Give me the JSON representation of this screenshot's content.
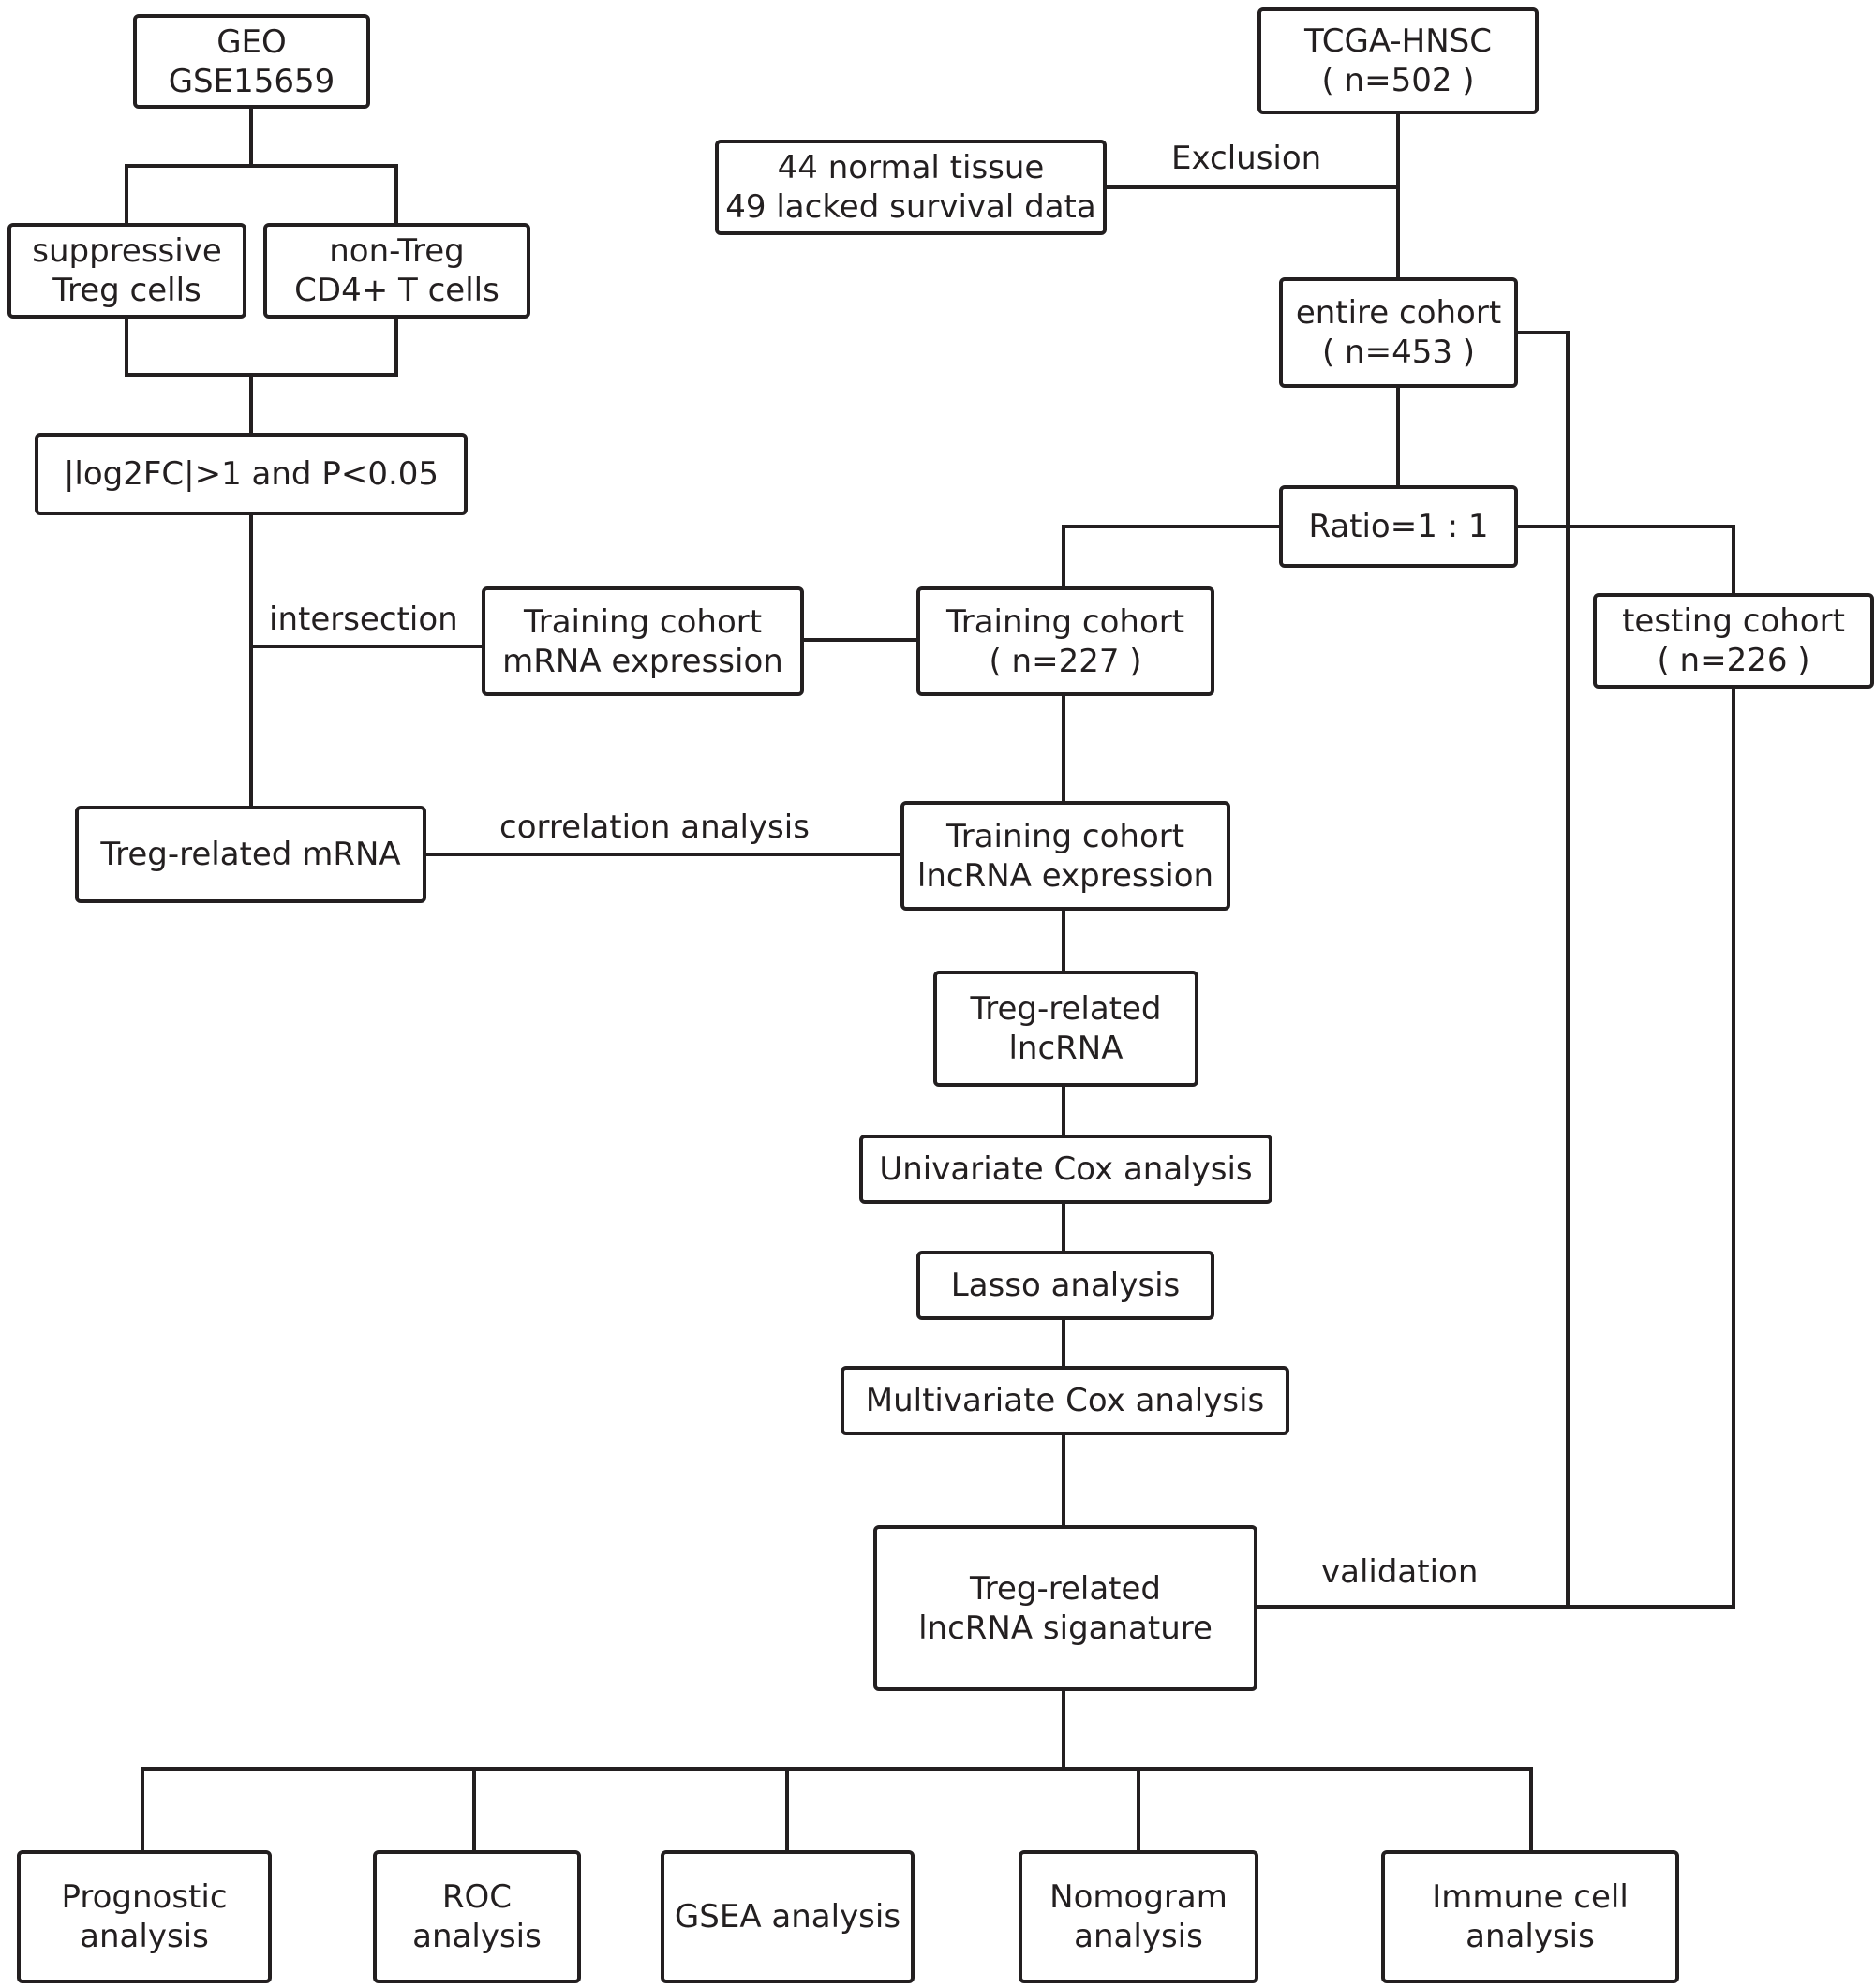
{
  "nodes": {
    "geo": [
      "GEO",
      "GSE15659"
    ],
    "tcga": [
      "TCGA-HNSC",
      "( n=502 )"
    ],
    "excluded": [
      "44 normal tissue",
      "49 lacked survival data"
    ],
    "suppressive": [
      "suppressive",
      "Treg cells"
    ],
    "nontreg": [
      "non-Treg",
      "CD4+ T cells"
    ],
    "entire": [
      "entire cohort",
      "( n=453 )"
    ],
    "log2fc": [
      "|log2FC|>1 and P<0.05"
    ],
    "ratio": [
      "Ratio=1 : 1"
    ],
    "train_mrna": [
      "Training cohort",
      "mRNA expression"
    ],
    "train_cohort": [
      "Training cohort",
      "( n=227 )"
    ],
    "testing": [
      "testing cohort",
      "( n=226 )"
    ],
    "treg_mrna": [
      "Treg-related mRNA"
    ],
    "train_lnc": [
      "Training cohort",
      "lncRNA expression"
    ],
    "treg_lnc": [
      "Treg-related",
      "lncRNA"
    ],
    "univariate": [
      "Univariate Cox analysis"
    ],
    "lasso": [
      "Lasso analysis"
    ],
    "multivariate": [
      "Multivariate Cox analysis"
    ],
    "signature": [
      "Treg-related",
      "lncRNA siganature"
    ],
    "prognostic": [
      "Prognostic",
      "analysis"
    ],
    "roc": [
      "ROC",
      "analysis"
    ],
    "gsea": [
      "GSEA analysis"
    ],
    "nomogram": [
      "Nomogram",
      "analysis"
    ],
    "immune": [
      "Immune cell",
      "analysis"
    ]
  },
  "edge_labels": {
    "exclusion": "Exclusion",
    "intersection": "intersection",
    "correlation": "correlation analysis",
    "validation": "validation"
  }
}
